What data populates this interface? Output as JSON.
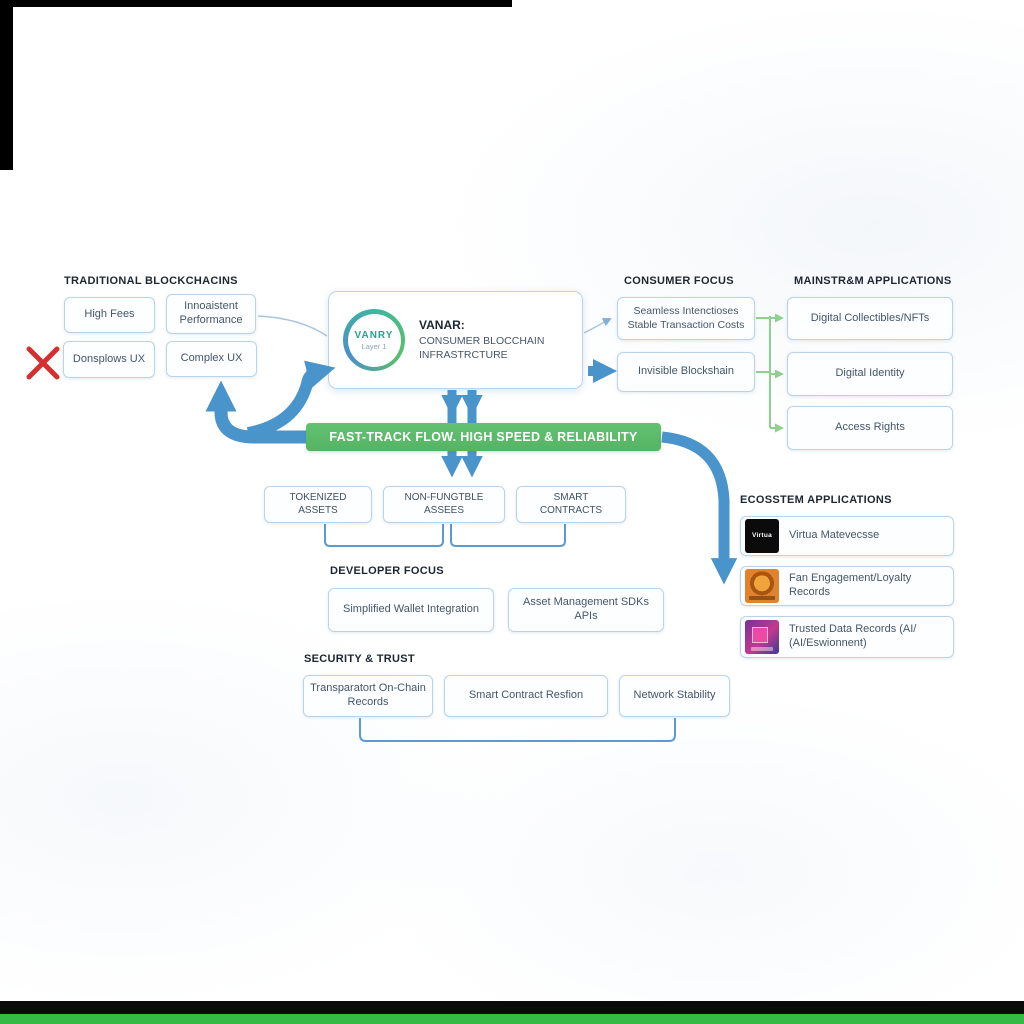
{
  "colors": {
    "arrow_blue": "#4a94cc",
    "box_border_blue": "#b9d4ea",
    "banner_green": "#5cbc6b",
    "connector_green": "#8fd08f",
    "red_x": "#d62f2f",
    "bottom_green_bar": "#35bb45"
  },
  "traditional": {
    "title": "TRADITIONAL BLOCKCHACINS",
    "boxes": [
      "High Fees",
      "Innoaistent Performance",
      "Donsplows UX",
      "Complex UX"
    ]
  },
  "vanar": {
    "logo_text": "VANRY",
    "logo_subtext": "Layer 1",
    "title": "VANAR:",
    "subtitle_line1": "CONSUMER BLOCCHAIN",
    "subtitle_line2": "INFRASTRCTURE"
  },
  "consumer_focus": {
    "title": "CONSUMER FOCUS",
    "boxes": [
      "Seamless Intenctioses Stable Transaction Costs",
      "Invisible Blockshain"
    ]
  },
  "mainstream": {
    "title": "MAINSTR&M APPLICATIONS",
    "boxes": [
      "Digital Collectibles/NFTs",
      "Digital Identity",
      "Access Rights"
    ]
  },
  "banner": {
    "label": "FAST-TRACK FLOW. HIGH SPEED & RELIABILITY"
  },
  "assets": {
    "boxes": [
      "TOKENIZED ASSETS",
      "NON-FUNGTBLE ASSEES",
      "SMART CONTRACTS"
    ]
  },
  "developer_focus": {
    "title": "DEVELOPER FOCUS",
    "boxes": [
      "Simplified Wallet Integration",
      "Asset Management SDKs APIs"
    ]
  },
  "security_trust": {
    "title": "SECURITY & TRUST",
    "boxes": [
      "Transparatort On-Chain Records",
      "Smart Contract Resfion",
      "Network Stability"
    ]
  },
  "ecosystem": {
    "title": "ECOSSTEM APPLICATIONS",
    "items": [
      {
        "icon_label": "Virtua",
        "label": "Virtua Matevecsse"
      },
      {
        "icon_label": "",
        "label": "Fan Engagement/Loyalty Records"
      },
      {
        "icon_label": "",
        "label": "Trusted Data Records (AI/ (AI/Eswionnent)"
      }
    ]
  }
}
